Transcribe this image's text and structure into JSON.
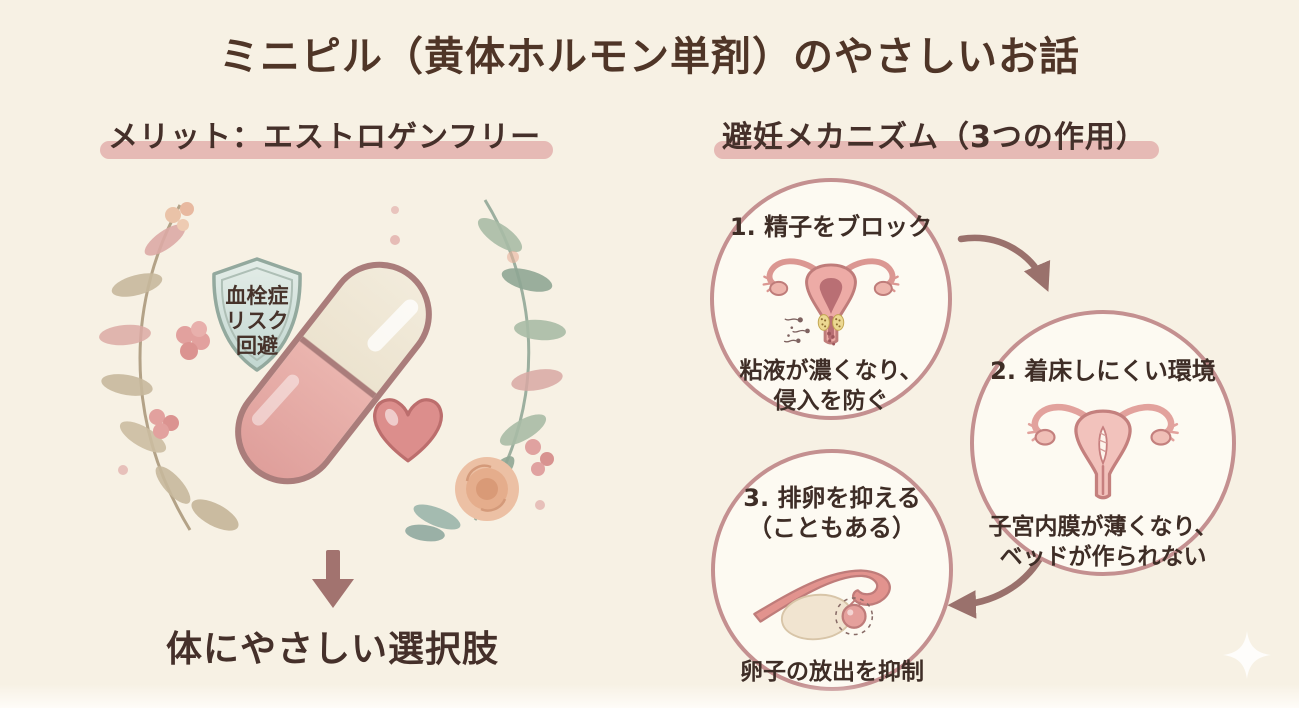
{
  "title": "ミニピル（黄体ホルモン単剤）のやさしいお話",
  "left_section": {
    "heading": "メリット：エストロゲンフリー",
    "shield_lines": [
      "血栓症",
      "リスク",
      "回避"
    ],
    "conclusion": "体にやさしい選択肢"
  },
  "right_section": {
    "heading": "避妊メカニズム（3つの作用）",
    "steps": [
      {
        "title_line1": "1. 精子をブロック",
        "title_line2": "",
        "caption_line1": "粘液が濃くなり、",
        "caption_line2": "侵入を防ぐ"
      },
      {
        "title_line1": "2. 着床しにくい環境",
        "title_line2": "",
        "caption_line1": "子宮内膜が薄くなり、",
        "caption_line2": "ベッドが作られない"
      },
      {
        "title_line1": "3. 排卵を抑える",
        "title_line2": "（こともある）",
        "caption_line1": "卵子の放出を抑制",
        "caption_line2": ""
      }
    ]
  },
  "colors": {
    "background": "#f7f1e4",
    "title_text": "#4f3527",
    "body_text": "#3e2d26",
    "heading_highlight": "#e3b0ad",
    "circle_border": "#c49090",
    "circle_fill": "#fdfaf2",
    "arrow": "#9a716c",
    "capsule_pink": "#e2a49f",
    "capsule_cream": "#efe7d5",
    "shield_mint": "#cfdeD8",
    "heart_rose": "#dc8e8c",
    "mucus_yellow": "#ecd892"
  }
}
